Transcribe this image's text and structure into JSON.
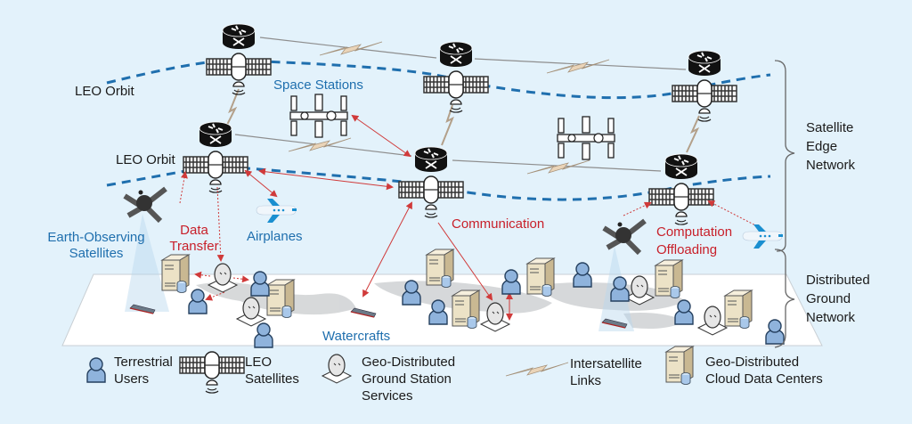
{
  "labels": {
    "leo_orbit_top": "LEO Orbit",
    "leo_orbit_bottom": "LEO Orbit",
    "space_stations": "Space Stations",
    "earth_observing": [
      "Earth-Observing",
      "Satellites"
    ],
    "data_transfer": [
      "Data",
      "Transfer"
    ],
    "airplanes": "Airplanes",
    "communication": "Communication",
    "computation_offloading": [
      "Computation",
      "Offloading"
    ],
    "watercrafts": "Watercrafts"
  },
  "brackets": {
    "satellite_edge": [
      "Satellite",
      "Edge",
      "Network"
    ],
    "distributed_ground": [
      "Distributed",
      "Ground",
      "Network"
    ]
  },
  "legend": [
    {
      "icon": "user-icon",
      "lines": [
        "Terrestrial",
        "Users"
      ]
    },
    {
      "icon": "satellite-icon",
      "lines": [
        "LEO",
        "Satellites"
      ]
    },
    {
      "icon": "ground-station-icon",
      "lines": [
        "Geo-Distributed",
        "Ground Station",
        "Services"
      ]
    },
    {
      "icon": "lightning-link-icon",
      "lines": [
        "Intersatellite",
        "Links"
      ]
    },
    {
      "icon": "server-icon",
      "lines": [
        "Geo-Distributed",
        "Cloud Data Centers"
      ]
    }
  ],
  "colors": {
    "background": "#e3f2fb",
    "orbit": "#1f6fae",
    "blue_text": "#1f6fae",
    "red_text": "#c8202a",
    "arrow": "#d03a3a",
    "link": "#e9d2b5",
    "user": "#8fb3dc",
    "server": "#e8dcc0"
  }
}
